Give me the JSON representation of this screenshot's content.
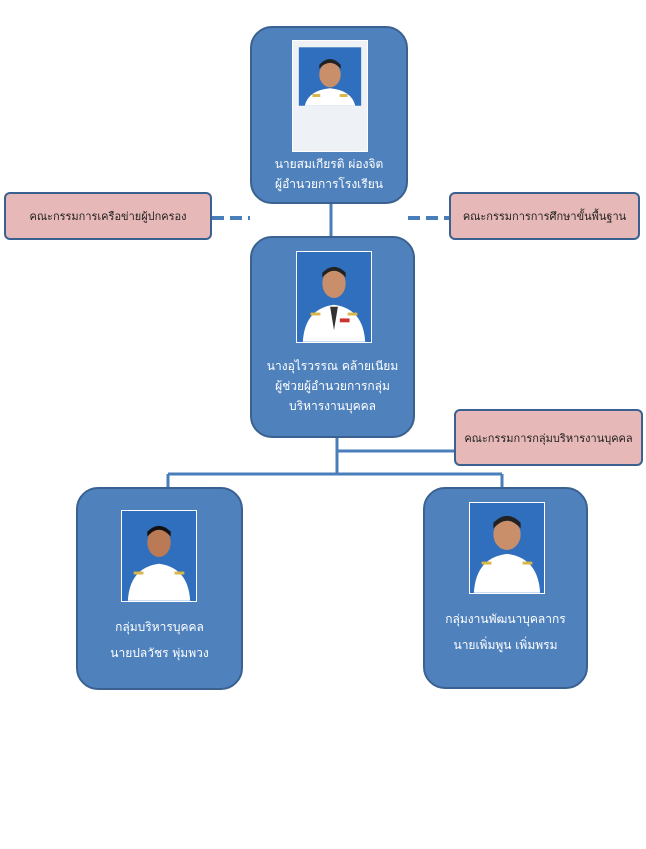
{
  "director": {
    "name": "นายสมเกียรติ ผ่องจิต",
    "title": "ผู้อำนวยการโรงเรียน"
  },
  "assistant": {
    "name": "นางอุไรวรรณ คล้ายเนียม",
    "title_line1": "ผู้ช่วยผู้อำนวยการกลุ่ม",
    "title_line2": "บริหารงานบุคคล"
  },
  "left_unit": {
    "line1": "กลุ่มบริหารบุคคล",
    "line2": "นายปลวัชร  พุ่มพวง"
  },
  "right_unit": {
    "line1": "กลุ่มงานพัฒนาบุคลากร",
    "line2": "นายเพิ่มพูน เพิ่มพรม"
  },
  "committees": {
    "parents_network": "คณะกรรมการเครือข่ายผู้ปกครอง",
    "basic_education": "คณะกรรมการการศึกษาขั้นพื้นฐาน",
    "personnel_group": "คณะกรรมการกลุ่มบริหารงานบุคคล"
  },
  "colors": {
    "box_fill": "#4f81bd",
    "box_border": "#3a6190",
    "committee_fill": "#e6b8b7",
    "photo_bg": "#2f6fbd"
  }
}
